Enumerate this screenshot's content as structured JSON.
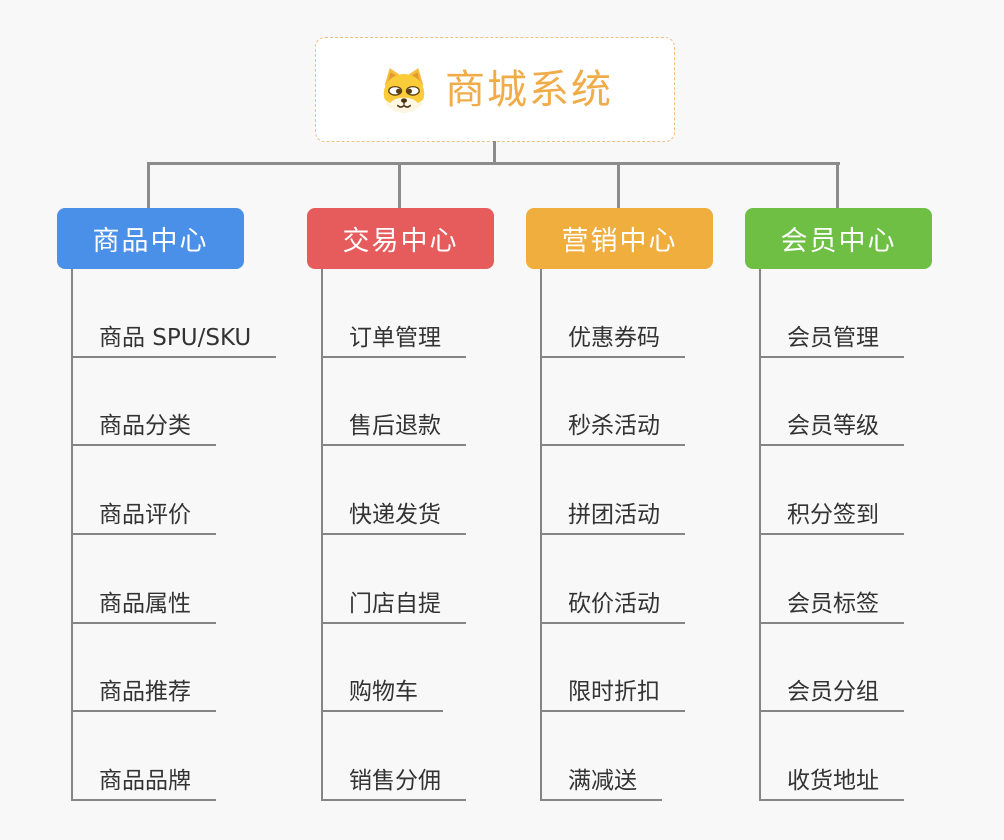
{
  "page": {
    "background_color": "#f8f8f8",
    "connector_color": "#8c8c8c",
    "topic_text_color": "#333333",
    "topic_line_color": "#858585"
  },
  "root": {
    "title": "商城系统",
    "title_color": "#f0ac49",
    "border_color": "#efc084",
    "icon": "dog-face-icon"
  },
  "branches": [
    {
      "label": "商品中心",
      "color": "#4b90e8",
      "items": [
        "商品 SPU/SKU",
        "商品分类",
        "商品评价",
        "商品属性",
        "商品推荐",
        "商品品牌"
      ]
    },
    {
      "label": "交易中心",
      "color": "#e65c5c",
      "items": [
        "订单管理",
        "售后退款",
        "快递发货",
        "门店自提",
        "购物车",
        "销售分佣"
      ]
    },
    {
      "label": "营销中心",
      "color": "#efae3e",
      "items": [
        "优惠券码",
        "秒杀活动",
        "拼团活动",
        "砍价活动",
        "限时折扣",
        "满减送"
      ]
    },
    {
      "label": "会员中心",
      "color": "#6fbf44",
      "items": [
        "会员管理",
        "会员等级",
        "积分签到",
        "会员标签",
        "会员分组",
        "收货地址"
      ]
    }
  ]
}
